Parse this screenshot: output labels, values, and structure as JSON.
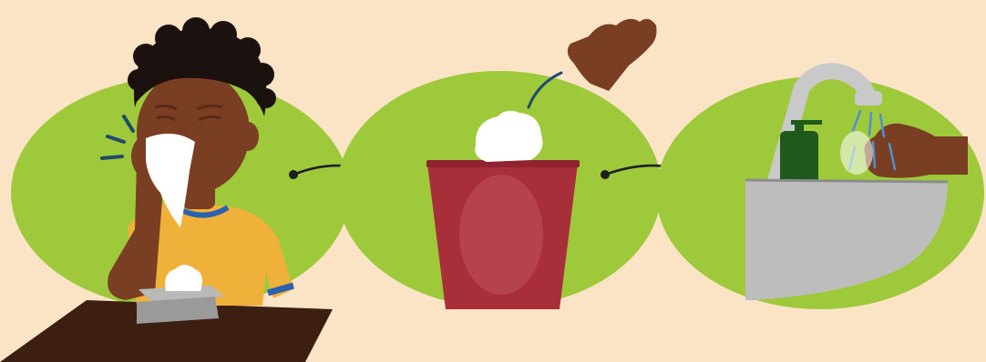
{
  "colors": {
    "background": "#fbe3c6",
    "blob_green": "#9dc93b",
    "skin": "#7a3e22",
    "skin_dark": "#5a2a14",
    "hair": "#1b1210",
    "shirt": "#f0b13a",
    "shirt_trim": "#2b62b0",
    "tissue": "#ffffff",
    "tissue_box": "#9a9a9a",
    "table": "#3d1f12",
    "bin": "#a82f3a",
    "bin_light": "#c85a62",
    "faucet": "#c9c9c9",
    "sink": "#bdbdbd",
    "soap": "#1f5a1a",
    "water": "#4f8fd8",
    "arrow": "#1e1e1e",
    "motion_lines": "#1e4a6b"
  },
  "steps": [
    {
      "scene": "cover-sneeze-with-tissue",
      "icons": [
        "boy-icon",
        "tissue-icon",
        "tissue-box-icon",
        "table-icon"
      ]
    },
    {
      "scene": "throw-tissue-in-bin",
      "icons": [
        "hand-icon",
        "tissue-icon",
        "trash-bin-icon"
      ]
    },
    {
      "scene": "wash-hands",
      "icons": [
        "faucet-icon",
        "soap-bottle-icon",
        "sink-icon",
        "washing-hand-icon",
        "water-drops-icon"
      ]
    }
  ],
  "connectors": [
    "arrow-right-icon",
    "arrow-right-icon"
  ]
}
